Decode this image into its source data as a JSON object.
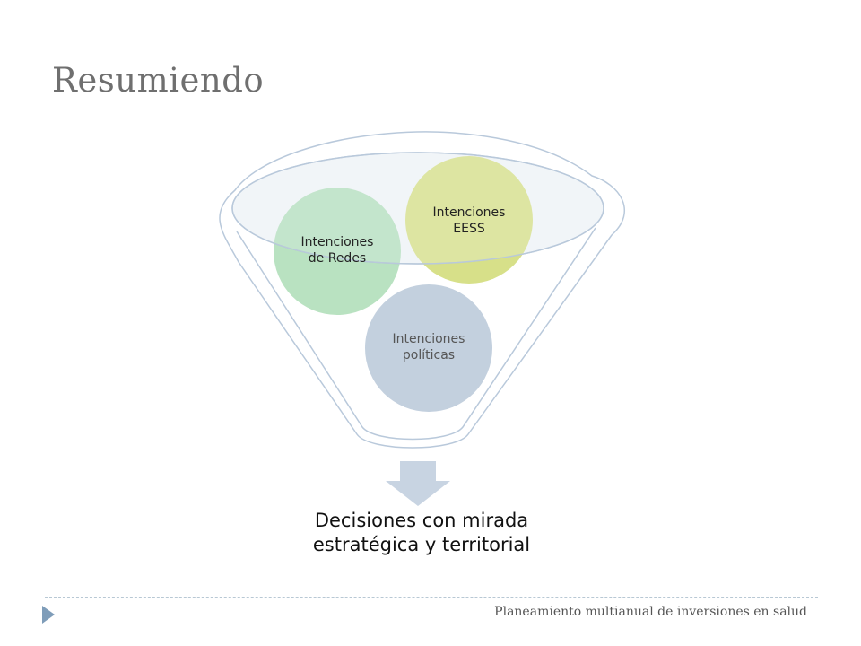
{
  "slide": {
    "title": "Resumiendo",
    "footer": "Planeamiento multianual de inversiones en salud"
  },
  "diagram": {
    "circles": [
      {
        "id": "politicas",
        "label": "Intenciones políticas",
        "color": "#c3d0de",
        "text_color": "#555555"
      },
      {
        "id": "redes",
        "label": "Intenciones de Redes",
        "color": "#93d29f",
        "text_color": "#222222"
      },
      {
        "id": "eess",
        "label": "Intenciones EESS",
        "color": "#cdd86b",
        "text_color": "#222222"
      }
    ],
    "result": "Decisiones con mirada estratégica y territorial",
    "colors": {
      "funnel_outline": "#b9c9db",
      "funnel_rim_fill": "#eef2f7",
      "arrow": "#c8d4e2"
    }
  }
}
